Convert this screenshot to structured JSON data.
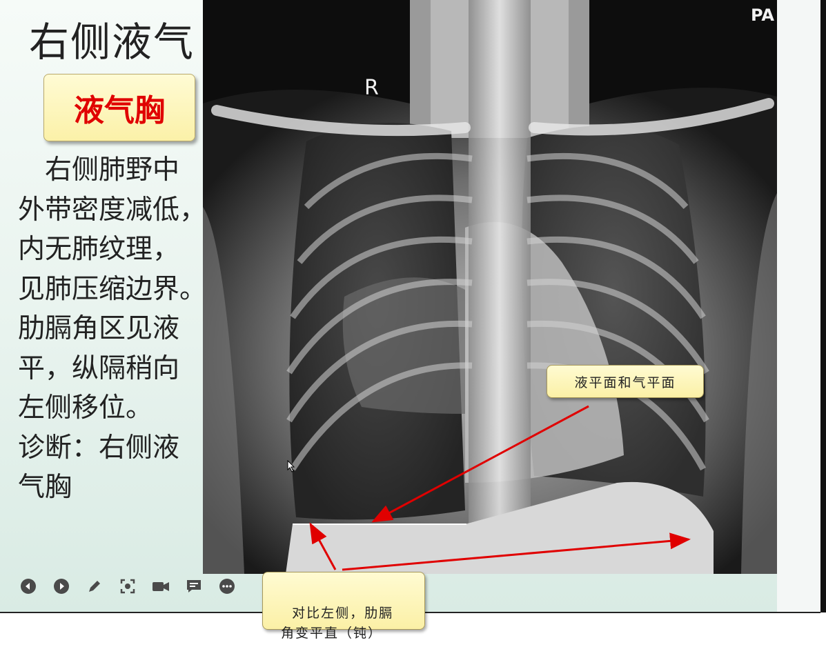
{
  "slide": {
    "title": "右侧液气",
    "tag": "液气胸",
    "body": "　右侧肺野中\n外带密度减低，\n内无肺纹理，\n见肺压缩边界。\n肋膈角区见液\n平，纵隔稍向\n左侧移位。\n诊断：右侧液\n气胸"
  },
  "xray": {
    "label_r": "R",
    "label_pa": "PA"
  },
  "callouts": {
    "fluid_gas_level": "液平面和气平面",
    "costophrenic_angle": "对比左侧，肋膈\n角变平直（钝）"
  },
  "controls": [
    {
      "name": "prev-icon"
    },
    {
      "name": "next-icon"
    },
    {
      "name": "pen-icon"
    },
    {
      "name": "focus-icon"
    },
    {
      "name": "video-icon"
    },
    {
      "name": "subtitle-icon"
    },
    {
      "name": "more-icon"
    }
  ],
  "colors": {
    "arrow": "#e00000",
    "tag_text": "#e00000",
    "control_icon": "#4a4a4a"
  }
}
